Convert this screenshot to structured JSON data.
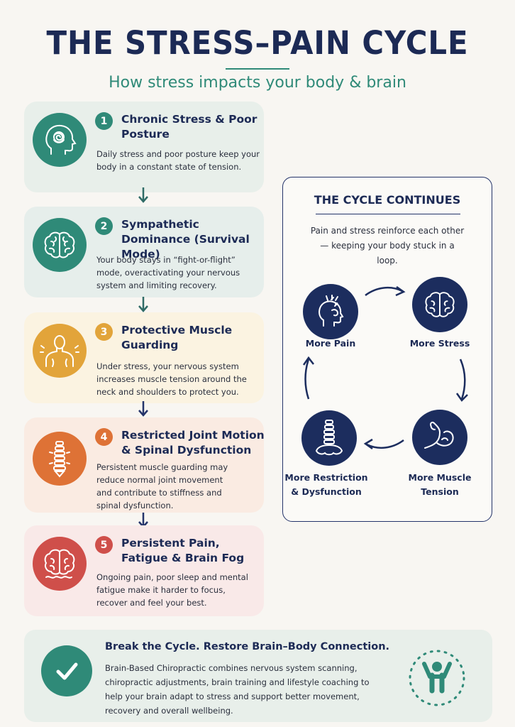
{
  "header": {
    "title": "THE STRESS–PAIN CYCLE",
    "subtitle": "How stress impacts your body & brain"
  },
  "steps": [
    {
      "number": "1",
      "title": "Chronic Stress & Poor Posture",
      "description": "Daily stress and poor posture keep your body in a constant state of tension.",
      "icon": "stressed-head-icon",
      "color": "#2f8a78",
      "background": "#e8efea"
    },
    {
      "number": "2",
      "title": "Sympathetic Dominance (Survival Mode)",
      "description": "Your body stays in “fight-or-flight” mode, overactivating your nervous system and limiting recovery.",
      "icon": "brain-icon",
      "color": "#2f8a78",
      "background": "#e6eeeb"
    },
    {
      "number": "3",
      "title": "Protective Muscle Guarding",
      "description": "Under stress, your nervous system increases muscle tension around the neck and shoulders to protect you.",
      "icon": "tense-shoulders-icon",
      "color": "#e2a43a",
      "background": "#fbf3e1"
    },
    {
      "number": "4",
      "title": "Restricted Joint Motion & Spinal Dysfunction",
      "description": "Persistent muscle guarding may reduce normal joint movement and contribute to stiffness and spinal dysfunction.",
      "icon": "spine-icon",
      "color": "#de7236",
      "background": "#faebe2"
    },
    {
      "number": "5",
      "title": "Persistent Pain, Fatigue & Brain Fog",
      "description": "Ongoing pain, poor sleep and mental fatigue make it harder to focus, recover and feel your best.",
      "icon": "foggy-brain-icon",
      "color": "#cf4f4a",
      "background": "#f9e9e8"
    }
  ],
  "cycle": {
    "title": "THE CYCLE CONTINUES",
    "description": "Pain and stress reinforce each other— keeping your body stuck in a loop.",
    "nodes": [
      {
        "label": "More Pain",
        "icon": "head-pain-icon"
      },
      {
        "label": "More Stress",
        "icon": "brain-icon"
      },
      {
        "label": "More Muscle Tension",
        "icon": "flexed-arm-icon"
      },
      {
        "label": "More Restriction & Dysfunction",
        "icon": "spine-pelvis-icon"
      }
    ],
    "color": "#1c2d5e"
  },
  "footer": {
    "title": "Break the Cycle. Restore Brain–Body Connection.",
    "description": "Brain-Based Chiropractic combines nervous system scanning, chiropractic adjustments, brain training and lifestyle coaching to help your brain adapt to stress and support better movement, recovery and overall wellbeing.",
    "icon": "checkmark-icon",
    "accent": "#2f8a78"
  }
}
